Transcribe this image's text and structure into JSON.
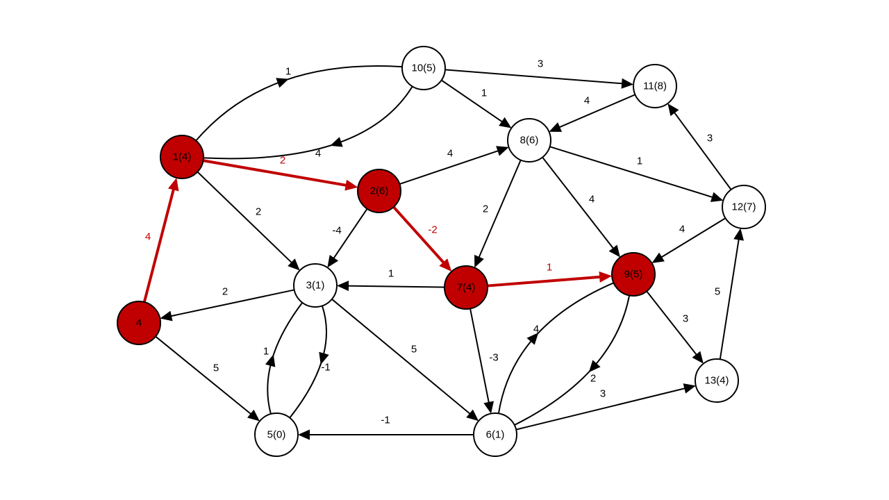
{
  "colors": {
    "highlight": "#c00000",
    "default": "#000000",
    "node_fill": "#ffffff"
  },
  "nodes": [
    {
      "id": "1",
      "label": "1(4)",
      "highlighted": true
    },
    {
      "id": "2",
      "label": "2(6)",
      "highlighted": true
    },
    {
      "id": "3",
      "label": "3(1)",
      "highlighted": false
    },
    {
      "id": "4",
      "label": "4",
      "highlighted": true
    },
    {
      "id": "5",
      "label": "5(0)",
      "highlighted": false
    },
    {
      "id": "6",
      "label": "6(1)",
      "highlighted": false
    },
    {
      "id": "7",
      "label": "7(4)",
      "highlighted": true
    },
    {
      "id": "8",
      "label": "8(6)",
      "highlighted": false
    },
    {
      "id": "9",
      "label": "9(5)",
      "highlighted": true
    },
    {
      "id": "10",
      "label": "10(5)",
      "highlighted": false
    },
    {
      "id": "11",
      "label": "11(8)",
      "highlighted": false
    },
    {
      "id": "12",
      "label": "12(7)",
      "highlighted": false
    },
    {
      "id": "13",
      "label": "13(4)",
      "highlighted": false
    }
  ],
  "edges": [
    {
      "from": "1",
      "to": "10",
      "weight": "1",
      "highlighted": false
    },
    {
      "from": "10",
      "to": "1",
      "weight": "4",
      "highlighted": false
    },
    {
      "from": "10",
      "to": "11",
      "weight": "3",
      "highlighted": false
    },
    {
      "from": "10",
      "to": "8",
      "weight": "1",
      "highlighted": false
    },
    {
      "from": "11",
      "to": "8",
      "weight": "4",
      "highlighted": false
    },
    {
      "from": "1",
      "to": "2",
      "weight": "2",
      "highlighted": true
    },
    {
      "from": "1",
      "to": "3",
      "weight": "2",
      "highlighted": false
    },
    {
      "from": "2",
      "to": "8",
      "weight": "4",
      "highlighted": false
    },
    {
      "from": "2",
      "to": "3",
      "weight": "-4",
      "highlighted": false
    },
    {
      "from": "2",
      "to": "7",
      "weight": "-2",
      "highlighted": true
    },
    {
      "from": "8",
      "to": "12",
      "weight": "1",
      "highlighted": false
    },
    {
      "from": "8",
      "to": "7",
      "weight": "2",
      "highlighted": false
    },
    {
      "from": "8",
      "to": "9",
      "weight": "4",
      "highlighted": false
    },
    {
      "from": "12",
      "to": "11",
      "weight": "3",
      "highlighted": false
    },
    {
      "from": "12",
      "to": "9",
      "weight": "4",
      "highlighted": false
    },
    {
      "from": "7",
      "to": "3",
      "weight": "1",
      "highlighted": false
    },
    {
      "from": "7",
      "to": "9",
      "weight": "1",
      "highlighted": true
    },
    {
      "from": "7",
      "to": "6",
      "weight": "-3",
      "highlighted": false
    },
    {
      "from": "3",
      "to": "4",
      "weight": "2",
      "highlighted": false
    },
    {
      "from": "4",
      "to": "1",
      "weight": "4",
      "highlighted": true
    },
    {
      "from": "4",
      "to": "5",
      "weight": "5",
      "highlighted": false
    },
    {
      "from": "3",
      "to": "6",
      "weight": "5",
      "highlighted": false
    },
    {
      "from": "5",
      "to": "3",
      "weight": "1",
      "highlighted": false
    },
    {
      "from": "3",
      "to": "5",
      "weight": "-1",
      "highlighted": false
    },
    {
      "from": "6",
      "to": "5",
      "weight": "-1",
      "highlighted": false
    },
    {
      "from": "6",
      "to": "9",
      "weight": "4",
      "highlighted": false
    },
    {
      "from": "9",
      "to": "6",
      "weight": "2",
      "highlighted": false
    },
    {
      "from": "6",
      "to": "13",
      "weight": "3",
      "highlighted": false
    },
    {
      "from": "9",
      "to": "13",
      "weight": "3",
      "highlighted": false
    },
    {
      "from": "13",
      "to": "12",
      "weight": "5",
      "highlighted": false
    }
  ]
}
